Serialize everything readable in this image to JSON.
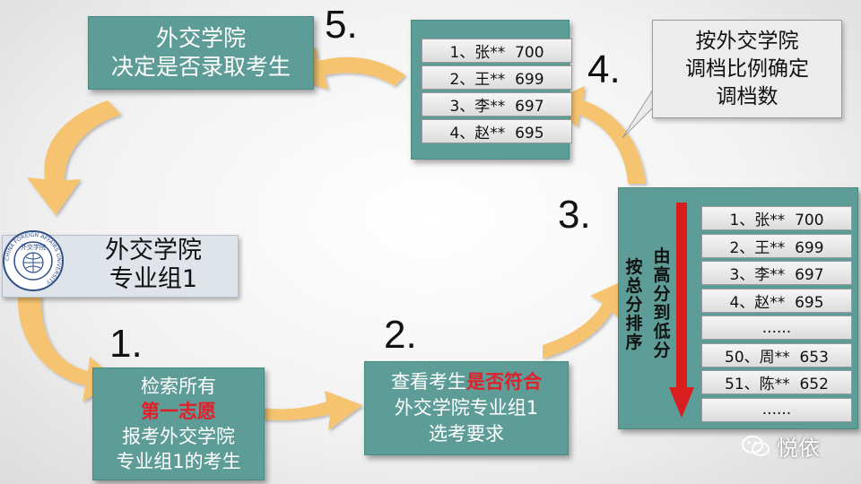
{
  "step_numbers": [
    "1.",
    "2.",
    "3.",
    "4.",
    "5."
  ],
  "group_box": {
    "line1": "外交学院",
    "line2": "专业组1"
  },
  "logo": {
    "ring_text": "CHINA FOREIGN AFFAIRS UNIVERSITY",
    "seal_text": "外交学院"
  },
  "step1": {
    "line1": "检索所有",
    "highlight": "第一志愿",
    "line3": "报考外交学院",
    "line4": "专业组1的考生"
  },
  "step2": {
    "line1_plain": "查看考生",
    "line1_highlight": "是否符合",
    "line2": "外交学院专业组1",
    "line3": "选考要求"
  },
  "step3": {
    "sort_label": "按总分排序",
    "direction_label": "由高分到低分",
    "rows": [
      "1、张**  700",
      "2、王**  699",
      "3、李**  697",
      "4、赵**  695",
      "......",
      "50、周**  653",
      "51、陈**  652",
      "......"
    ]
  },
  "step4": {
    "callout": {
      "line1": "按外交学院",
      "line2": "调档比例确定",
      "line3": "调档数"
    },
    "rows": [
      "1、张**  700",
      "2、王**  699",
      "3、李**  697",
      "4、赵**  695"
    ]
  },
  "step5": {
    "line1": "外交学院",
    "line2": "决定是否录取考生"
  },
  "watermark": {
    "text": "悦依"
  },
  "colors": {
    "teal": "#5e9c97",
    "arrow": "#f6c46f",
    "highlight": "#e0202a",
    "sort_arrow": "#d81e1e"
  }
}
